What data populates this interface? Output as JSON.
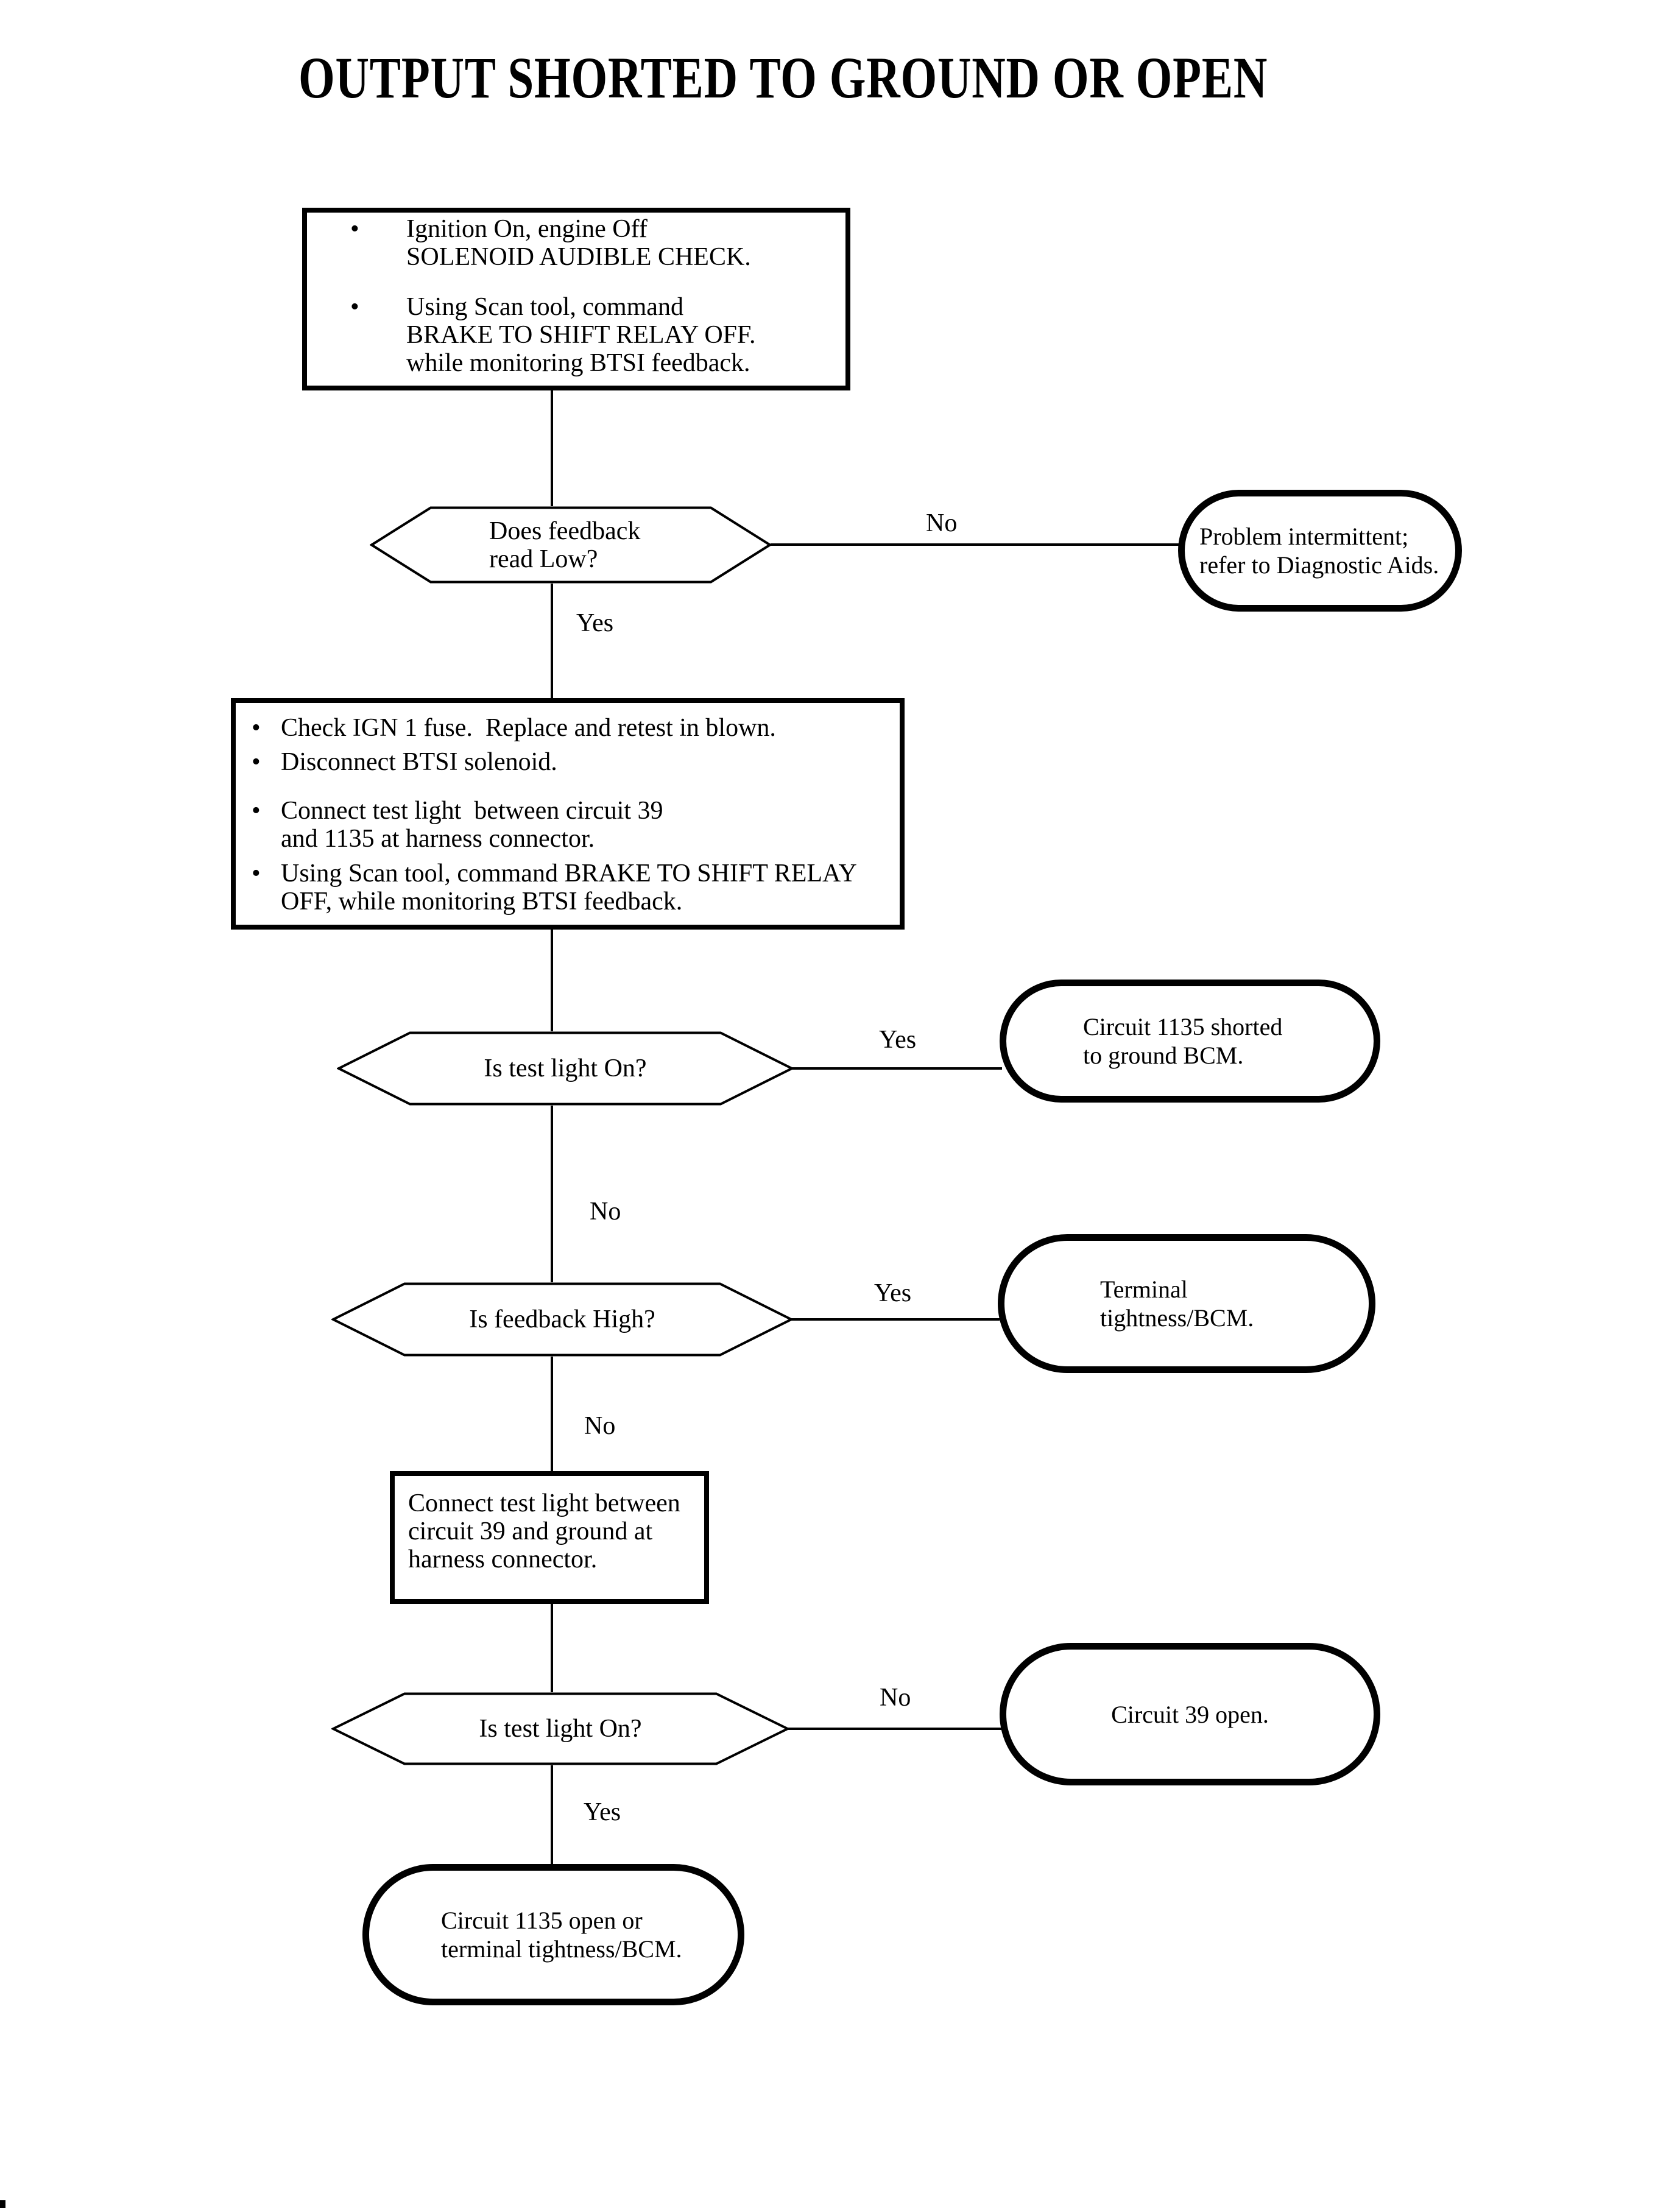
{
  "title": "OUTPUT SHORTED TO GROUND OR OPEN",
  "bullet_glyph": "•",
  "colors": {
    "ink": "#000000",
    "paper": "#ffffff"
  },
  "nodes": {
    "start_box": {
      "bullets": [
        {
          "lines": [
            "Ignition On, engine Off",
            "SOLENOID AUDIBLE CHECK."
          ]
        },
        {
          "lines": [
            "Using Scan tool, command",
            "BRAKE TO SHIFT RELAY OFF.",
            "while monitoring BTSI feedback."
          ]
        }
      ]
    },
    "q_feedback_low": {
      "lines": [
        "Does feedback",
        "read Low?"
      ]
    },
    "end_intermittent": {
      "lines": [
        "Problem intermittent;",
        "refer to Diagnostic Aids."
      ]
    },
    "check_box": {
      "bullets": [
        {
          "lines": [
            "Check IGN 1 fuse.  Replace and retest in blown."
          ]
        },
        {
          "lines": [
            "Disconnect BTSI solenoid."
          ]
        },
        {
          "lines": [
            "Connect test light  between circuit 39",
            "and 1135 at harness connector."
          ]
        },
        {
          "lines": [
            "Using Scan tool, command BRAKE TO SHIFT RELAY",
            "OFF, while monitoring BTSI feedback."
          ]
        }
      ]
    },
    "q_test_light_1": {
      "lines": [
        "Is test light On?"
      ]
    },
    "end_1135_shorted": {
      "lines": [
        "Circuit 1135 shorted",
        "to ground BCM."
      ]
    },
    "q_feedback_high": {
      "lines": [
        "Is feedback High?"
      ]
    },
    "end_terminal_tightness": {
      "lines": [
        "Terminal",
        "tightness/BCM."
      ]
    },
    "connect_box": {
      "lines": [
        "Connect test light between",
        "circuit 39 and ground at",
        "harness connector."
      ]
    },
    "q_test_light_2": {
      "lines": [
        "Is test light On?"
      ]
    },
    "end_circuit_39_open": {
      "lines": [
        "Circuit 39 open."
      ]
    },
    "end_1135_open": {
      "lines": [
        "Circuit 1135 open or",
        "terminal tightness/BCM."
      ]
    }
  },
  "edge_labels": {
    "feedback_low_no": "No",
    "feedback_low_yes": "Yes",
    "test_light_1_yes": "Yes",
    "test_light_1_no": "No",
    "feedback_high_yes": "Yes",
    "feedback_high_no": "No",
    "test_light_2_no": "No",
    "test_light_2_yes": "Yes"
  }
}
